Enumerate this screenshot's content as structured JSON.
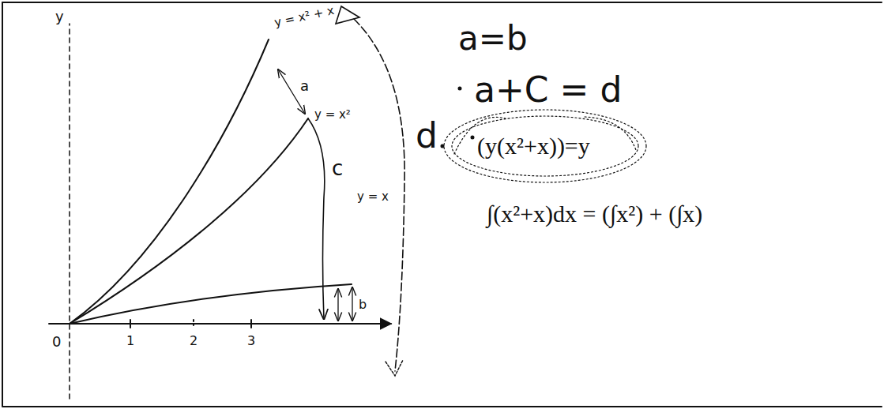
{
  "diagram": {
    "labels": [
      "y",
      "0",
      "1",
      "2",
      "3",
      "y = x² + x",
      "a",
      "y = x²",
      "c",
      "y = x",
      "b",
      "d",
      "a=b",
      "a+C = d",
      "(y(x²+x))=y",
      "∫(x²+x)dx = (∫x²) + (∫x)"
    ]
  }
}
